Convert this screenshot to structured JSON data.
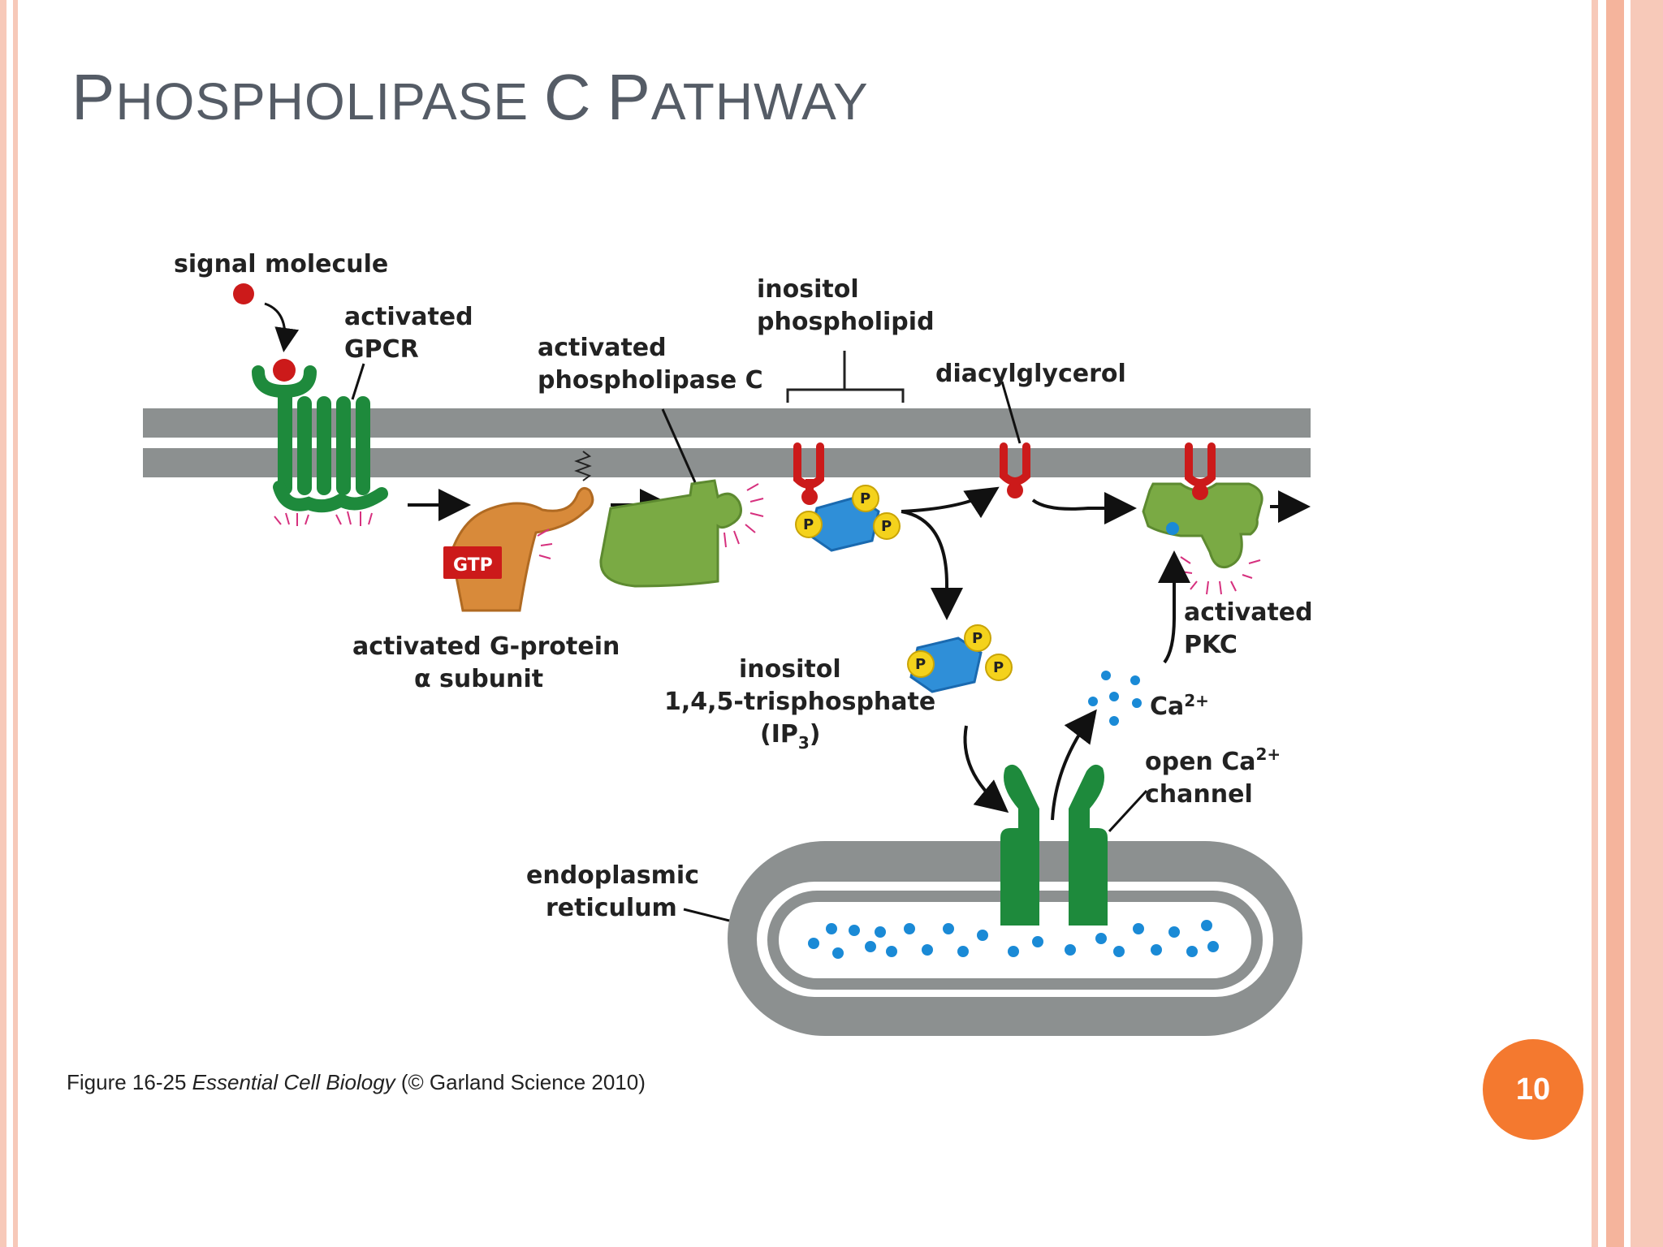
{
  "slide": {
    "title_big1": "P",
    "title_rest1": "HOSPHOLIPASE ",
    "title_big2": "C",
    "title_space": " ",
    "title_big3": "P",
    "title_rest2": "ATHWAY",
    "page_number": "10"
  },
  "caption": {
    "prefix": "Figure 16-25  ",
    "book": "Essential Cell Biology",
    "suffix": " (© Garland Science 2010)"
  },
  "labels": {
    "signal_molecule": "signal molecule",
    "activated_gpcr_1": "activated",
    "activated_gpcr_2": "GPCR",
    "activated_plc_1": "activated",
    "activated_plc_2": "phospholipase C",
    "inositol_pl_1": "inositol",
    "inositol_pl_2": "phospholipid",
    "diacylglycerol": "diacylglycerol",
    "gtp": "GTP",
    "g_protein_1": "activated G-protein",
    "g_protein_2": "α subunit",
    "ip3_1": "inositol",
    "ip3_2": "1,4,5-trisphosphate",
    "ip3_3a": "(IP",
    "ip3_3sub": "3",
    "ip3_3b": ")",
    "pkc_1": "activated",
    "pkc_2": "PKC",
    "ca": "Ca",
    "ca_sup": "2+",
    "channel_1a": "open Ca",
    "channel_1sup": "2+",
    "channel_2": "channel",
    "er_1": "endoplasmic",
    "er_2": "reticulum",
    "phosphate": "P"
  },
  "colors": {
    "membrane": "#8c9090",
    "gpcr": "#1e8a3c",
    "g_protein": "#d88a3a",
    "plc": "#7aaa44",
    "signal": "#cc1a1a",
    "phosphate": "#f4d21c",
    "inositol": "#2f8fd8",
    "calcium": "#1a8ad6",
    "accent": "#f4792f",
    "title": "#555c66"
  }
}
